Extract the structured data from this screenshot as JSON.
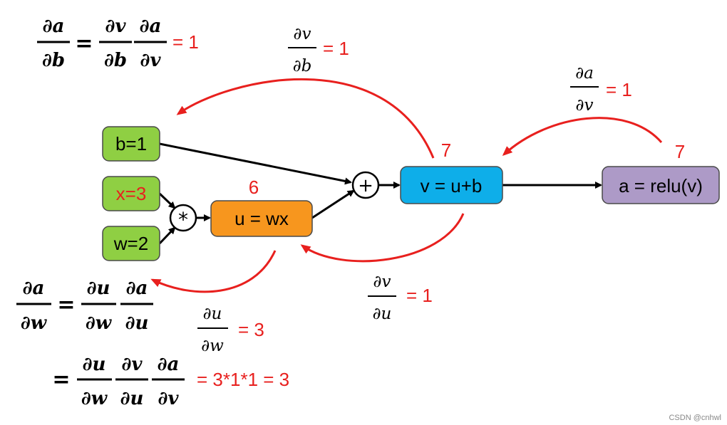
{
  "nodes": {
    "b": {
      "label": "b=1",
      "color": "#8fcf43"
    },
    "x": {
      "label": "x=3",
      "color": "#8fcf43",
      "text_color": "#e8201e"
    },
    "w": {
      "label": "w=2",
      "color": "#8fcf43"
    },
    "u": {
      "label": "u = wx",
      "color": "#f7961e",
      "value": "6"
    },
    "v": {
      "label": "v = u+b",
      "color": "#0eaee9",
      "value": "7"
    },
    "a": {
      "label": "a = relu(v)",
      "color": "#ad9ac7",
      "value": "7"
    }
  },
  "operators": {
    "multiply": "*",
    "add": "+"
  },
  "gradients": {
    "da_dv": {
      "num": "∂a",
      "den": "∂v",
      "value": "= 1"
    },
    "dv_db": {
      "num": "∂v",
      "den": "∂b",
      "value": "= 1"
    },
    "dv_du": {
      "num": "∂v",
      "den": "∂u",
      "value": "= 1"
    },
    "du_dw": {
      "num": "∂u",
      "den": "∂w",
      "value": "= 3"
    }
  },
  "equations": {
    "chain_b": {
      "lhs": {
        "num": "∂a",
        "den": "∂b"
      },
      "f1": {
        "num": "∂v",
        "den": "∂b"
      },
      "f2": {
        "num": "∂a",
        "den": "∂v"
      },
      "eq": "=",
      "result": "= 1"
    },
    "chain_w": {
      "lhs": {
        "num": "∂a",
        "den": "∂w"
      },
      "f1": {
        "num": "∂u",
        "den": "∂w"
      },
      "f2": {
        "num": "∂a",
        "den": "∂u"
      },
      "eq": "="
    },
    "chain_w_expanded": {
      "eq": "=",
      "f1": {
        "num": "∂u",
        "den": "∂w"
      },
      "f2": {
        "num": "∂v",
        "den": "∂u"
      },
      "f3": {
        "num": "∂a",
        "den": "∂v"
      },
      "result": "= 3*1*1 = 3"
    }
  },
  "colors": {
    "forward": "#000000",
    "backward": "#e8201e"
  },
  "watermark": "CSDN @cnhwl"
}
